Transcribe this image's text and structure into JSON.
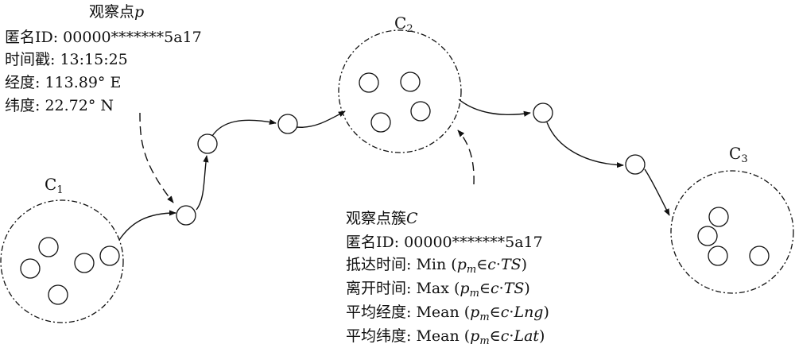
{
  "observation_point_box": {
    "title_prefix": "观察点",
    "title_var": "p",
    "lines": [
      "匿名ID: 00000*******5a17",
      "时间戳: 13:15:25",
      "经度: 113.89° E",
      "纬度: 22.72° N"
    ]
  },
  "cluster_box": {
    "title_prefix": "观察点簇",
    "title_var": "C",
    "id_line": "匿名ID: 00000*******5a17",
    "attrs": [
      {
        "name": "抵达时间: ",
        "func": "Min (",
        "field": "TS"
      },
      {
        "name": "离开时间: ",
        "func": "Max (",
        "field": "TS"
      },
      {
        "name": "平均经度: ",
        "func": "Mean (",
        "field": "Lng"
      },
      {
        "name": "平均纬度: ",
        "func": "Mean (",
        "field": "Lat"
      }
    ],
    "expr_p": "p",
    "expr_m": "m",
    "expr_in": "∈",
    "expr_c": "c",
    "expr_dot": "·",
    "expr_close": ")"
  },
  "clusters": [
    {
      "letter": "C",
      "index": "1"
    },
    {
      "letter": "C",
      "index": "2"
    },
    {
      "letter": "C",
      "index": "3"
    }
  ]
}
